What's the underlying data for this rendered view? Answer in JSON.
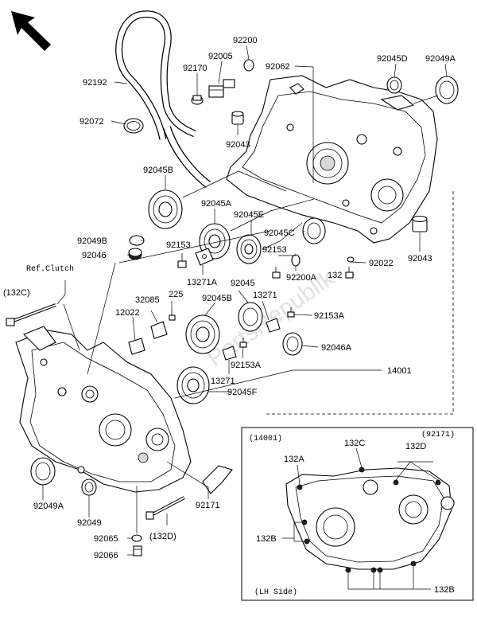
{
  "labels": {
    "p92192": "92192",
    "p92072": "92072",
    "p92170": "92170",
    "p92005": "92005",
    "p92200": "92200",
    "p92062": "92062",
    "p92045D": "92045D",
    "p92049A_top": "92049A",
    "p92043_top": "92043",
    "p92045B_top": "92045B",
    "p92045A": "92045A",
    "p92045E": "92045E",
    "p92045C": "92045C",
    "p92153_a": "92153",
    "p92153_b": "92153",
    "p92049B": "92049B",
    "p92046": "92046",
    "p13271A": "13271A",
    "p92022": "92022",
    "p92043_right": "92043",
    "p92045": "92045",
    "p92200A": "92200A",
    "p132": "132",
    "ref_clutch": "Ref.Clutch",
    "p132C_left": "(132C)",
    "p32085": "32085",
    "p225": "225",
    "p92045B_mid": "92045B",
    "p13271_a": "13271",
    "p12022": "12022",
    "p92153A_a": "92153A",
    "p92046A": "92046A",
    "p92153A_b": "92153A",
    "p14001": "14001",
    "p13271_b": "13271",
    "p92045F": "92045F",
    "p92049A_bottom": "92049A",
    "p92049": "92049",
    "p92171": "92171",
    "p132D_paren": "(132D)",
    "p92065": "92065",
    "p92066": "92066"
  },
  "inset": {
    "assembly": "(14001)",
    "assembly_2": "(92171)",
    "side": "(LH Side)",
    "b132C": "132C",
    "b132D": "132D",
    "b132A": "132A",
    "b132B_left": "132B",
    "b132B_right": "132B"
  },
  "watermark": "PartsRepublik",
  "icons": {
    "front_arrow": "arrow-up-left-icon"
  }
}
